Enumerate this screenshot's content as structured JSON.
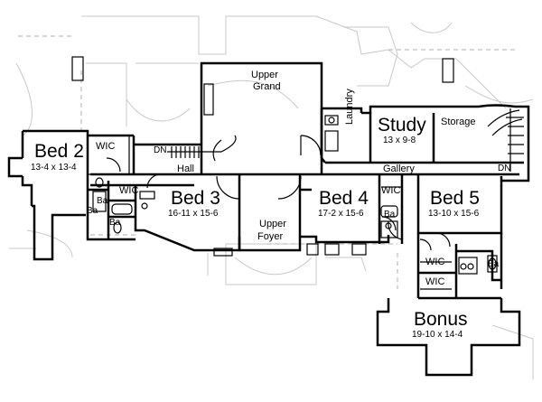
{
  "rooms": {
    "bed2": {
      "name": "Bed 2",
      "dims": "13-4 x 13-4"
    },
    "bed3": {
      "name": "Bed 3",
      "dims": "16-11 x 15-6"
    },
    "bed4": {
      "name": "Bed 4",
      "dims": "17-2 x 15-6"
    },
    "bed5": {
      "name": "Bed 5",
      "dims": "13-10 x 15-6"
    },
    "study": {
      "name": "Study",
      "dims": "13 x 9-8"
    },
    "bonus": {
      "name": "Bonus",
      "dims": "19-10 x 14-4"
    },
    "upper_grand": {
      "line1": "Upper",
      "line2": "Grand"
    },
    "upper_foyer": {
      "line1": "Upper",
      "line2": "Foyer"
    },
    "laundry": "Laundry",
    "storage": "Storage",
    "hall": "Hall",
    "gallery": "Gallery"
  },
  "small_labels": {
    "wic_bed2": "WIC",
    "wic_bed3": "WIC",
    "wic_bed4": "WIC",
    "wic_bonus_top": "WIC",
    "wic_bonus_bottom": "WIC",
    "ba_left_1": "Ba",
    "ba_left_2": "Ba",
    "ba_bed3": "Ba",
    "ba_bed4": "Ba",
    "ba_bed5": "Ba",
    "dn_left": "DN",
    "dn_right": "DN"
  }
}
